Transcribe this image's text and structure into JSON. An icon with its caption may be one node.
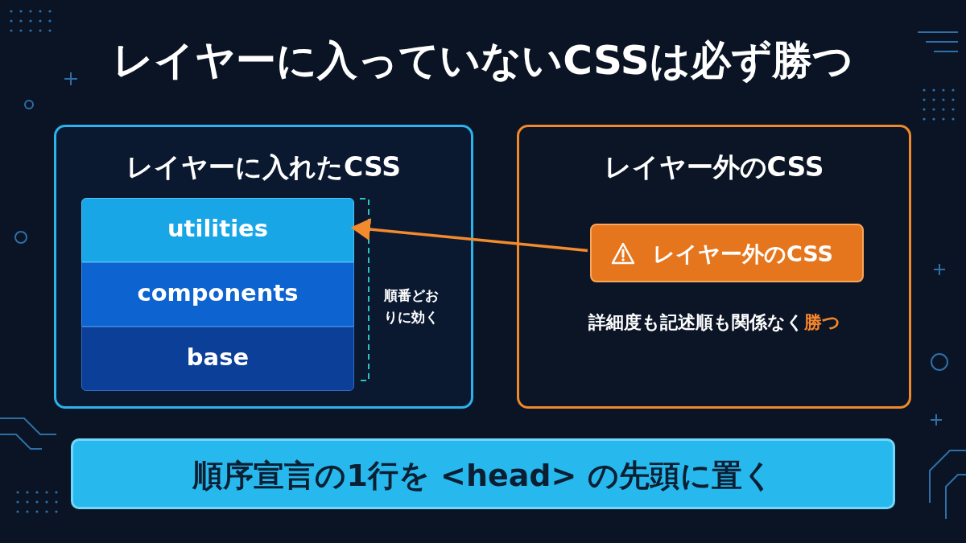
{
  "diagram": {
    "title": "レイヤーに入っていないCSSは必ず勝つ",
    "nodes": [
      {
        "text": [
          "レイヤーに入れたCSS"
        ]
      },
      {
        "text": [
          "utilities"
        ],
        "in": 0
      },
      {
        "text": [
          "components"
        ],
        "in": 0
      },
      {
        "text": [
          "base"
        ],
        "in": 0
      },
      {
        "text": [
          "レイヤー外のCSS",
          "詳細度も記述順も関係なく**勝つ**"
        ]
      },
      {
        "text": [
          "レイヤー外のCSS"
        ],
        "in": 4
      },
      {
        "text": [
          "順序宣言の1行を <head> の先頭に置く"
        ]
      }
    ],
    "edges": [
      {
        "from": 5,
        "to": 1,
        "arrow": "to"
      }
    ],
    "labels": [
      "順番どおりに効く"
    ]
  }
}
